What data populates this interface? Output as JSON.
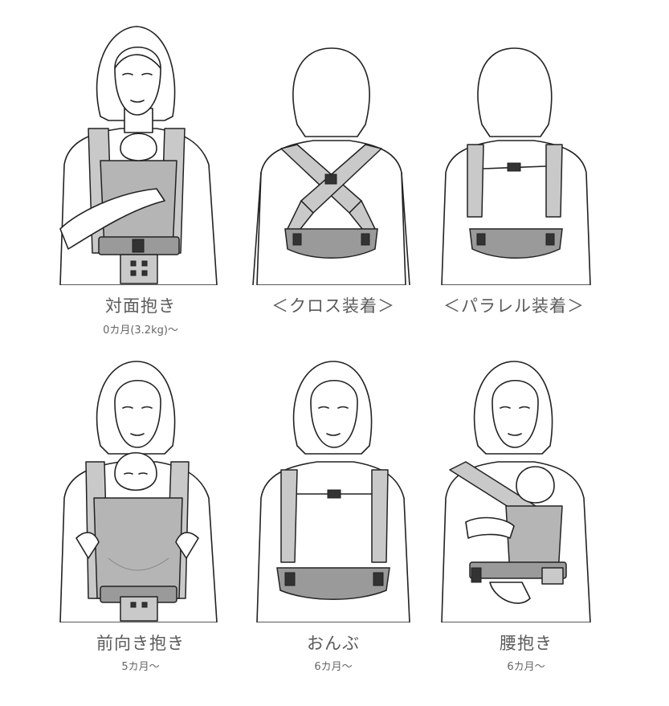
{
  "positions": [
    {
      "id": "front-inward",
      "title": "対面抱き",
      "subtitle": "0カ月(3.2kg)～"
    },
    {
      "id": "cross-back",
      "title": "＜クロス装着＞",
      "subtitle": ""
    },
    {
      "id": "parallel-back",
      "title": "＜パラレル装着＞",
      "subtitle": ""
    },
    {
      "id": "front-outward",
      "title": "前向き抱き",
      "subtitle": "5カ月～"
    },
    {
      "id": "back-carry",
      "title": "おんぶ",
      "subtitle": "6カ月～"
    },
    {
      "id": "hip-carry",
      "title": "腰抱き",
      "subtitle": "6カ月～"
    }
  ]
}
